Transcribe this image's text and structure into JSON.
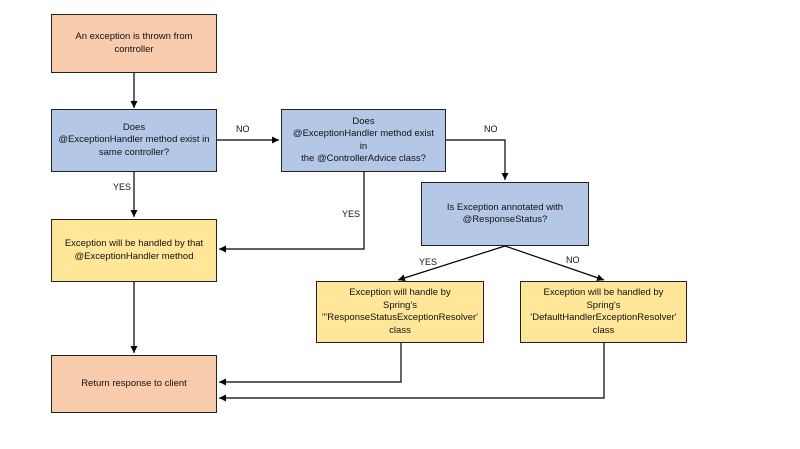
{
  "nodes": {
    "start": "An exception is thrown from\ncontroller",
    "check_controller": "Does\n@ExceptionHandler method exist in\nsame controller?",
    "check_advice": "Does\n@ExceptionHandler method exist in\nthe @ControllerAdvice class?",
    "check_annotation": "Is Exception annotated with\n@ResponseStatus?",
    "handled_by_method": "Exception will be handled by that\n@ExceptionHandler method",
    "response_status_resolver": "Exception will handle by\nSpring's\n\"'ResponseStatusExceptionResolver'\nclass",
    "default_handler_resolver": "Exception will be handled by\nSpring's\n'DefaultHandlerExceptionResolver'\nclass",
    "return_response": "Return response to client"
  },
  "edge_labels": {
    "controller_no": "NO",
    "controller_yes": "YES",
    "advice_no": "NO",
    "advice_yes": "YES",
    "annotation_yes": "YES",
    "annotation_no": "NO"
  },
  "colors": {
    "terminal": "#f8cbad",
    "decision": "#b4c7e7",
    "action": "#ffe699",
    "line": "#000000"
  }
}
